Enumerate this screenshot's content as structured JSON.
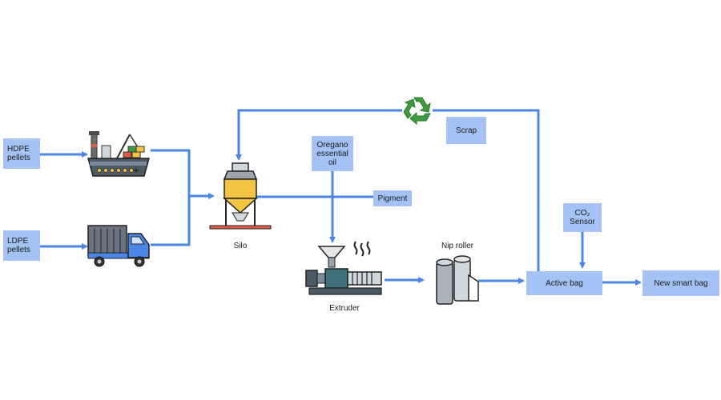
{
  "inputs": {
    "hdpe": "HDPE\npellets",
    "ldpe": "LDPE\npellets"
  },
  "labels": {
    "silo": "Silo",
    "extruder": "Extruder",
    "nip_roller": "Nip roller"
  },
  "boxes": {
    "oregano": "Oregano\nessential\noil",
    "pigment": "Pigment",
    "scrap": "Scrap",
    "co2_sensor": "CO₂\nSensor",
    "active_bag": "Active bag",
    "new_smart_bag": "New smart bag"
  },
  "icons": {
    "ship": "cargo-ship-icon",
    "truck": "truck-icon",
    "silo": "silo-icon",
    "extruder": "extruder-icon",
    "nip_roller": "nip-roller-icon",
    "recycle": "recycle-icon"
  },
  "colors": {
    "arrow": "#4a86e8",
    "box": "#a4c2f4",
    "recycle": "#3f9a3f"
  }
}
